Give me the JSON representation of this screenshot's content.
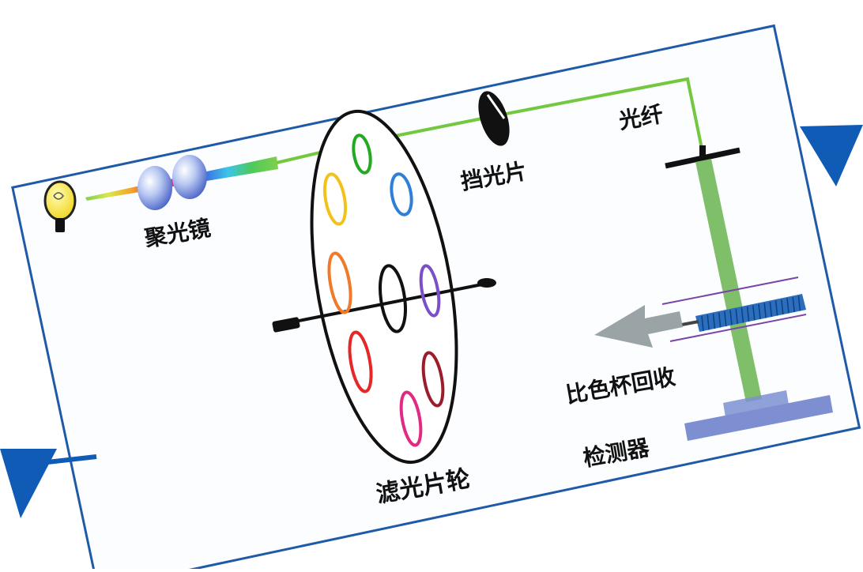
{
  "diagram": {
    "labels": {
      "lens": "聚光镜",
      "shutter": "挡光片",
      "fiber": "光纤",
      "filter_wheel": "滤光片轮",
      "cuvette_return": "比色杯回收",
      "detector": "检测器"
    },
    "filter_colors": [
      "#22aa22",
      "#2f7fd6",
      "#f07a2a",
      "#7b4fc8",
      "#e52727",
      "#9b1c2a",
      "#e02a84",
      "#f2c21a"
    ],
    "colors": {
      "frame_border": "#1f5aa8",
      "pointer_arrows": "#0f5bb5",
      "light_path": "#74c840",
      "beam_column": "#7fbf6a",
      "detector": "#7d8fd1",
      "cuvette_track": "#2a6ebd",
      "return_arrow": "#9aa3a5"
    },
    "icons": [
      "lamp-icon",
      "lens-icon",
      "shutter-icon",
      "arrow-icon"
    ]
  }
}
